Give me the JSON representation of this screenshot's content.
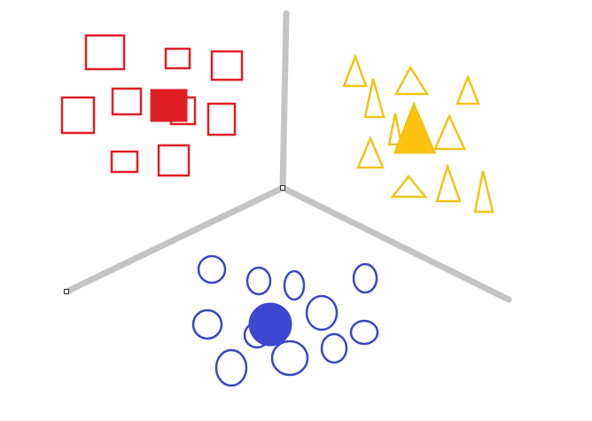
{
  "colors": {
    "background": "#ffffff",
    "divider": "#c4c4c4",
    "red": "#e01e26",
    "yellow": "#f0c419",
    "yellow_fill": "#ffc20e",
    "blue": "#3a46c8",
    "blue_fill": "#3e47d1"
  },
  "groups": [
    {
      "shape": "square",
      "color": "red",
      "member_count": 10,
      "has_centroid": true
    },
    {
      "shape": "triangle",
      "color": "yellow",
      "member_count": 12,
      "has_centroid": true
    },
    {
      "shape": "ellipse",
      "color": "blue",
      "member_count": 13,
      "has_centroid": true
    }
  ]
}
